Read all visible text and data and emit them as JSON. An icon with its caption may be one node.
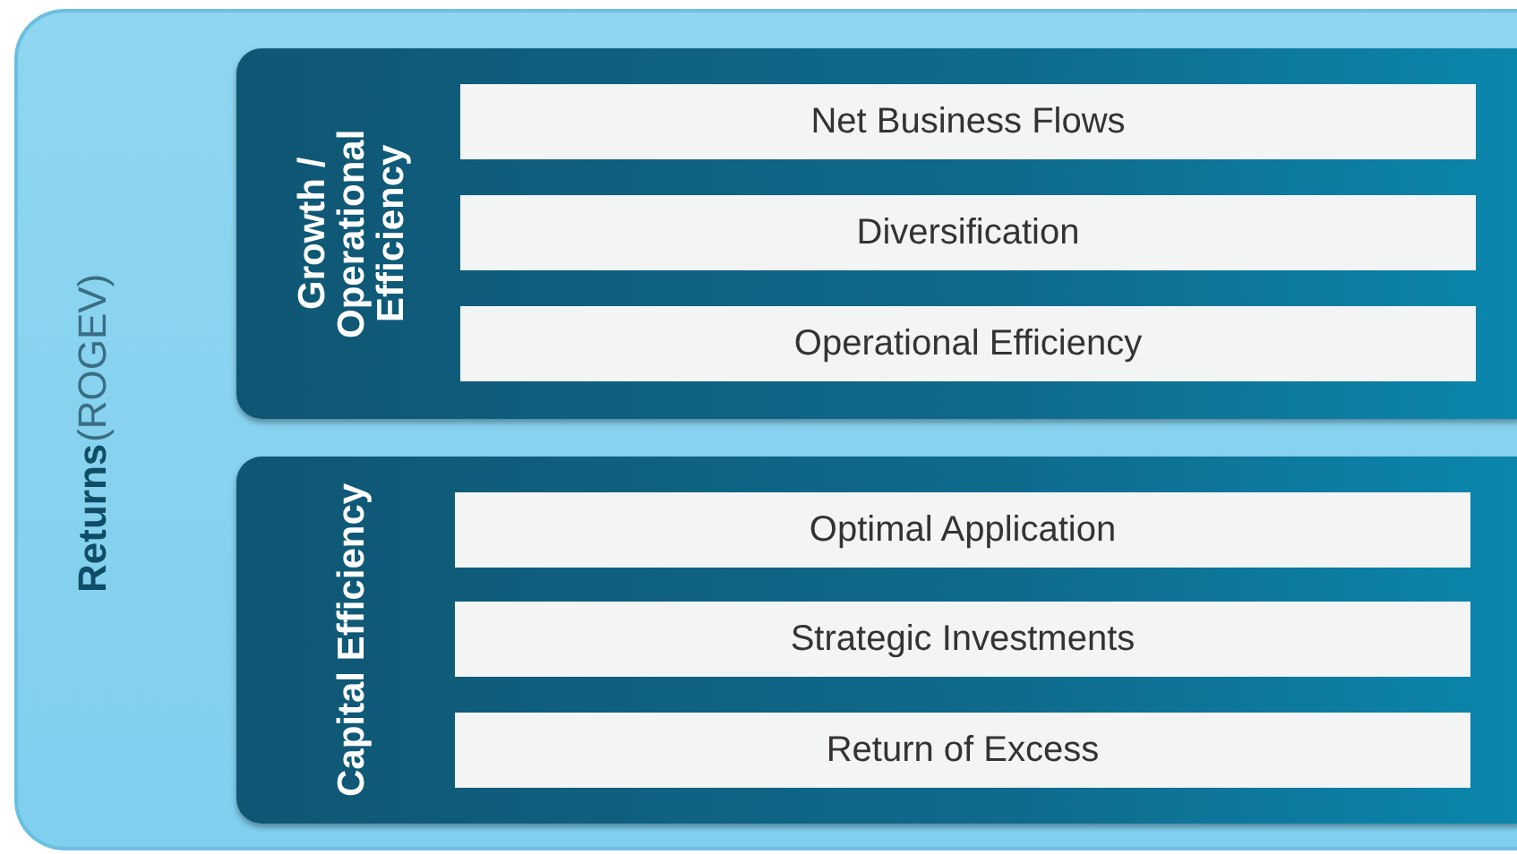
{
  "diagram": {
    "nodes": [
      {
        "text": [
          "Returns",
          "(ROGEV)"
        ]
      },
      {
        "text": [
          "Growth / Operational Efficiency"
        ],
        "in": 0
      },
      {
        "text": [
          "Net Business Flows"
        ],
        "in": 1
      },
      {
        "text": [
          "Diversification"
        ],
        "in": 1
      },
      {
        "text": [
          "Operational Efficiency"
        ],
        "in": 1
      },
      {
        "text": [
          "Capital Efficiency"
        ],
        "in": 0
      },
      {
        "text": [
          "Optimal Application"
        ],
        "in": 5
      },
      {
        "text": [
          "Strategic Investments"
        ],
        "in": 5
      },
      {
        "text": [
          "Return of Excess"
        ],
        "in": 5
      }
    ]
  }
}
